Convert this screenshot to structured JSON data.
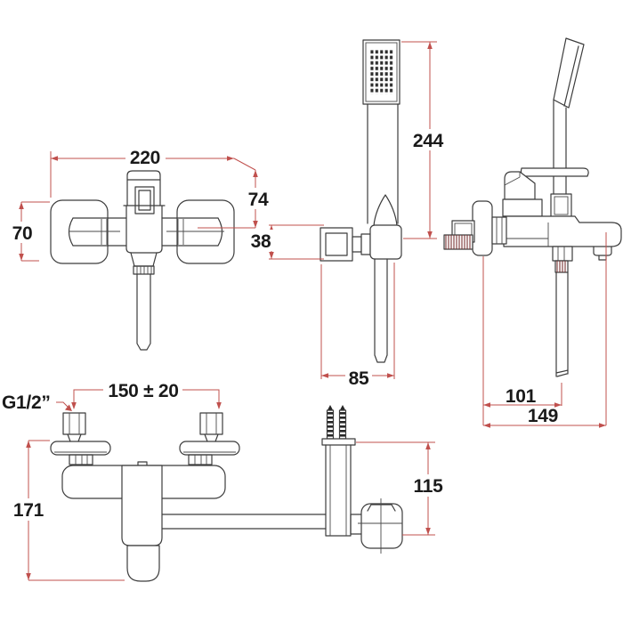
{
  "title": "Wall-mounted bath shower mixer with hand shower — dimensional technical drawing",
  "colors": {
    "background": "#ffffff",
    "line": "#3c3c3c",
    "dimension_line": "#c0504d",
    "text": "#1a1a1a"
  },
  "views": {
    "front": "mixer front view",
    "hand_shower": "hand shower and wall holder front view",
    "side": "mixer side view with hand shower parked",
    "plan": "mixer top view with shower arm",
    "holder": "wall bracket side view"
  },
  "dims": {
    "width_overall": "220",
    "height_top_to_center": "74",
    "escutcheon_height": "70",
    "bracket_height": "38",
    "handshower_height": "244",
    "holder_depth": "85",
    "wall_to_hose": "101",
    "wall_to_spout": "149",
    "thread": "G1/2”",
    "inlet_spacing": "150 ± 20",
    "body_length": "171",
    "bracket_drop": "115"
  }
}
